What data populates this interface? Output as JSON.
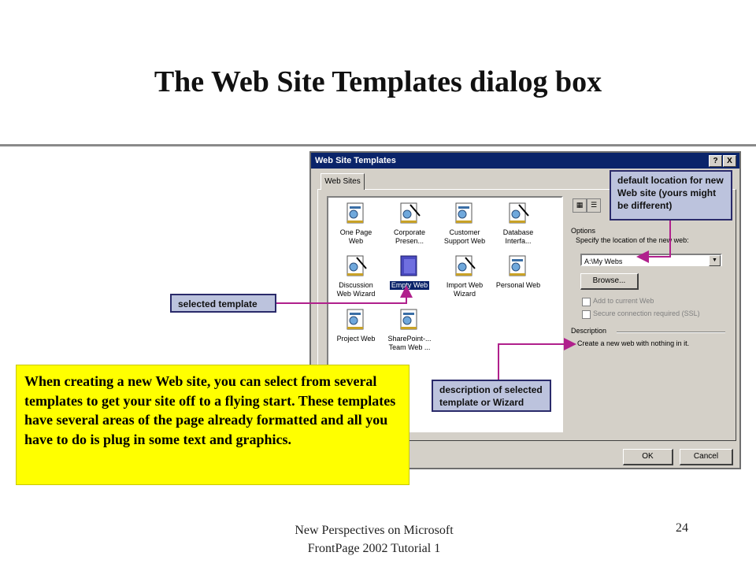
{
  "slide": {
    "title": "The Web Site Templates dialog box",
    "footer_left": "New Perspectives on Microsoft FrontPage 2002 Tutorial 1",
    "page_number": "24"
  },
  "dialog": {
    "title": "Web Site Templates",
    "help_btn": "?",
    "close_btn": "X",
    "tab_label": "Web Sites",
    "templates": [
      {
        "label": "One Page\nWeb",
        "icon": "template-icon"
      },
      {
        "label": "Corporate\nPresen...",
        "icon": "template-wizard-icon"
      },
      {
        "label": "Customer\nSupport Web",
        "icon": "template-icon"
      },
      {
        "label": "Database\nInterfa...",
        "icon": "template-wizard-icon"
      },
      {
        "label": "Discussion\nWeb Wizard",
        "icon": "template-wizard-icon"
      },
      {
        "label": "Empty Web",
        "icon": "empty-web-icon",
        "selected": true
      },
      {
        "label": "Import Web\nWizard",
        "icon": "template-wizard-icon"
      },
      {
        "label": "Personal Web",
        "icon": "template-icon"
      },
      {
        "label": "Project Web",
        "icon": "template-icon"
      },
      {
        "label": "SharePoint-...\nTeam Web ...",
        "icon": "template-icon"
      }
    ],
    "options_label": "Options",
    "location_prompt": "Specify the location of the new web:",
    "location_value": "A:\\My Webs",
    "browse_label": "Browse...",
    "add_to_current": "Add to current Web",
    "secure_connection": "Secure connection required (SSL)",
    "description_label": "Description",
    "description_text": "Create a new web with nothing in it.",
    "ok_label": "OK",
    "cancel_label": "Cancel"
  },
  "callouts": {
    "default_location": "default location for new Web site (yours might be different)",
    "selected_template": "selected template",
    "description": "description of selected template or Wizard"
  },
  "note": "When creating a new Web site, you can select from several templates to get your site off to a flying start. These templates have several areas of the page already formatted and all you have to do is plug in some text and graphics.",
  "colors": {
    "callout_fill": "#bcc3dd",
    "arrow": "#b0208c",
    "note_fill": "#ffff00",
    "title_bar": "#0a246a"
  }
}
